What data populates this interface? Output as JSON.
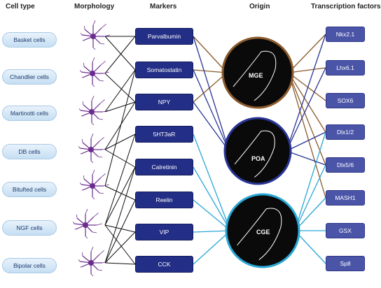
{
  "headers": {
    "cell_type": "Cell type",
    "morphology": "Morphology",
    "markers": "Markers",
    "origin": "Origin",
    "transcription_factors": "Transcription factors"
  },
  "cell_types": [
    "Basket cells",
    "Chandlier cells",
    "Martinotti cells",
    "DB cells",
    "Bitufted cells",
    "NGF cells",
    "Bipolar cells"
  ],
  "markers": [
    "Parvalbumin",
    "Somatostatin",
    "NPY",
    "5HT3aR",
    "Calretinin",
    "Reelin",
    "VIP",
    "CCK"
  ],
  "origins": [
    "MGE",
    "POA",
    "CGE"
  ],
  "transcription_factors": [
    "Nkx2.1",
    "Lhx6.1",
    "SOX6",
    "Dlx1/2",
    "Dlx5/6",
    "MASH1",
    "GSX",
    "Sp8"
  ],
  "colors": {
    "neuron": "#6b2c8f",
    "marker_box": "#232f86",
    "tf_box": "#4b55a8",
    "cell_pill": "#d6e8f7",
    "mge_link": "#8b5a2b",
    "poa_link": "#2a3596",
    "cge_link": "#2aa7d6",
    "cell_link": "#111111"
  }
}
